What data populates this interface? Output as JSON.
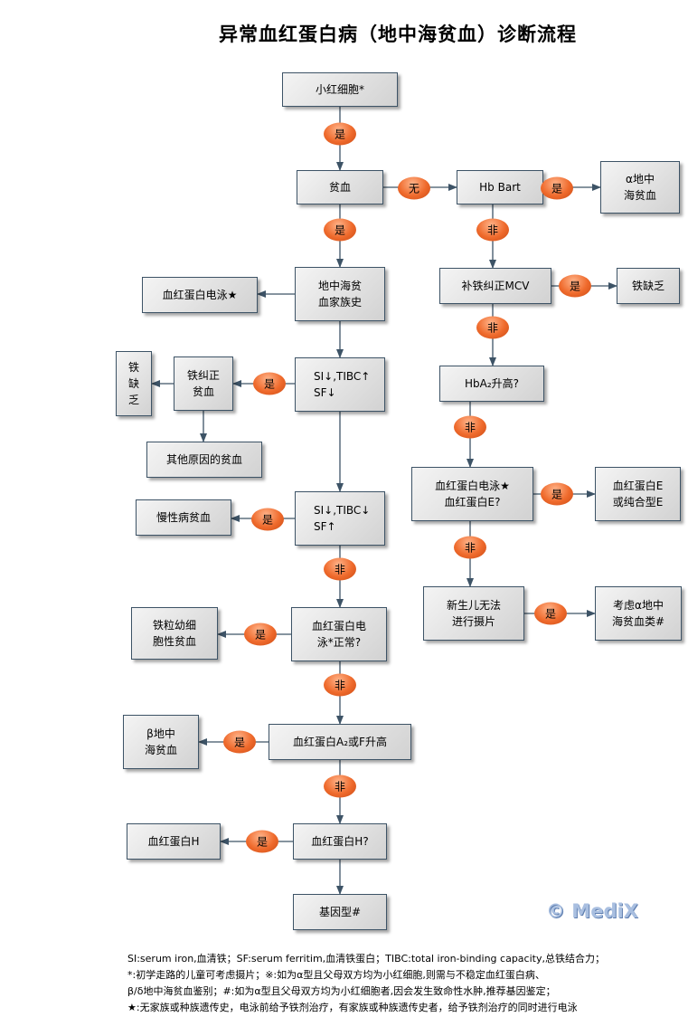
{
  "title": "异常血红蛋白病（地中海贫血）诊断流程",
  "boxes": {
    "b1": "小红细胞*",
    "b2": "贫血",
    "b3": "Hb Bart",
    "b4": "α地中\n海贫血",
    "b5": "地中海贫\n血家族史",
    "b6": "血红蛋白电泳★",
    "b7": "补铁纠正MCV",
    "b8": "铁缺乏",
    "b9": "SI↓,TIBC↑\nSF↓",
    "b10": "铁纠正\n贫血",
    "b11": "铁\n缺\n乏",
    "b12": "其他原因的贫血",
    "b13": "HbA₂升高?",
    "b14": "血红蛋白电泳★\n血红蛋白E?",
    "b15": "血红蛋白E\n或纯合型E",
    "b16": "SI↓,TIBC↓\nSF↑",
    "b17": "慢性病贫血",
    "b18": "新生儿无法\n进行摄片",
    "b19": "考虑α地中\n海贫血类#",
    "b20": "血红蛋白电\n泳*正常?",
    "b21": "铁粒幼细\n胞性贫血",
    "b22": "血红蛋白A₂或F升高",
    "b23": "β地中\n海贫血",
    "b24": "血红蛋白H?",
    "b25": "血红蛋白H",
    "b26": "基因型#"
  },
  "decisions": [
    "是",
    "无",
    "是",
    "非",
    "是",
    "是",
    "非",
    "是",
    "非",
    "是",
    "是",
    "非",
    "非",
    "是",
    "是",
    "非",
    "是",
    "非",
    "是"
  ],
  "logo": "© MediX",
  "notes": [
    "SI:serum iron,血清铁；SF:serum ferritim,血清铁蛋白；TIBC:total iron-binding capacity,总铁结合力；",
    "*:初学走路的儿童可考虑摄片；※:如为α型且父母双方均为小红细胞,则需与不稳定血红蛋白病、",
    "β/δ地中海贫血鉴别；#:如为α型且父母双方均为小红细胞者,因会发生致命性水肿,推荐基因鉴定；",
    "★:无家族或种族遗传史，电泳前给予铁剂治疗，有家族或种族遗传史者，给予铁剂治疗的同时进行电泳"
  ]
}
